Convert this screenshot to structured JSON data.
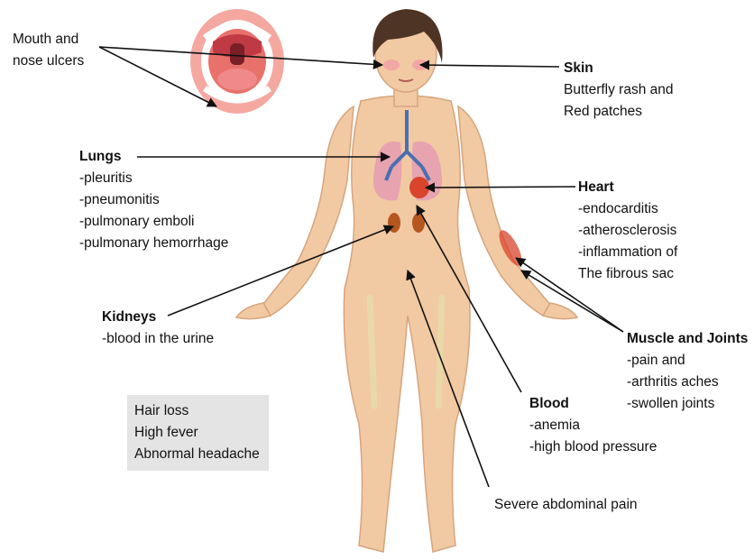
{
  "mouth": {
    "lines": [
      "Mouth and",
      "nose ulcers"
    ]
  },
  "skin": {
    "title": "Skin",
    "lines": [
      "Butterfly rash and",
      "Red patches"
    ]
  },
  "lungs": {
    "title": "Lungs",
    "lines": [
      "-pleuritis",
      "-pneumonitis",
      "-pulmonary emboli",
      "-pulmonary hemorrhage"
    ]
  },
  "heart": {
    "title": "Heart",
    "lines": [
      "-endocarditis",
      "-atherosclerosis",
      "-inflammation of",
      "The fibrous sac"
    ]
  },
  "kidneys": {
    "title": "Kidneys",
    "lines": [
      "-blood in the urine"
    ]
  },
  "muscle": {
    "title": "Muscle and Joints",
    "lines": [
      "-pain and",
      "-arthritis aches",
      "-swollen joints"
    ]
  },
  "blood": {
    "title": "Blood",
    "lines": [
      "-anemia",
      "-high blood pressure"
    ]
  },
  "general": {
    "lines": [
      "Hair loss",
      "High fever",
      "Abnormal headache"
    ]
  },
  "abdomen": {
    "lines": [
      "Severe abdominal pain"
    ]
  },
  "colors": {
    "skin_tone": "#f1c9a2",
    "hair": "#4e3425",
    "lungs": "#e7a3b0",
    "airway": "#4a6fb0",
    "heart": "#d9442c",
    "box": "#e4e4e4"
  }
}
